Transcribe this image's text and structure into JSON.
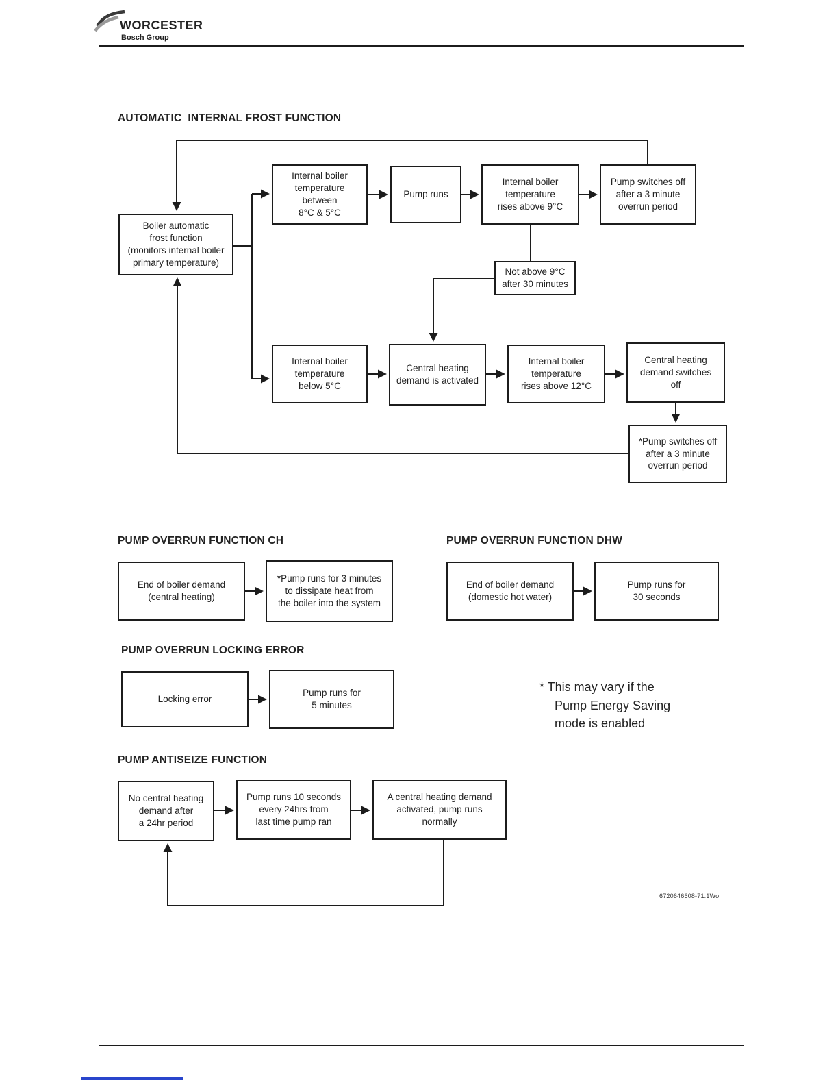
{
  "header": {
    "brand": "WORCESTER",
    "subbrand": "Bosch Group"
  },
  "frost_section": {
    "title": "AUTOMATIC  INTERNAL FROST FUNCTION",
    "boxes": {
      "source": "Boiler automatic\nfrost function\n(monitors internal boiler\nprimary temperature)",
      "temp_between": "Internal boiler\ntemperature\nbetween\n8°C & 5°C",
      "pump_runs": "Pump runs",
      "rises_above_9": "Internal boiler\ntemperature\nrises above 9°C",
      "pump_off_3min": "Pump switches off\nafter a 3 minute\noverrun period",
      "not_above_9": "Not above 9°C\nafter 30 minutes",
      "below_5": "Internal boiler\ntemperature\nbelow 5°C",
      "ch_demand_activated": "Central heating\ndemand is activated",
      "rises_above_12": "Internal boiler\ntemperature\nrises above 12°C",
      "ch_demand_off": "Central heating\ndemand switches\noff",
      "pump_off_3min_star": "*Pump switches off\nafter a 3 minute\noverrun period"
    }
  },
  "overrun_ch_section": {
    "title": "PUMP OVERRUN FUNCTION CH",
    "boxes": {
      "end_demand": "End of boiler demand\n(central heating)",
      "pump_3min": "*Pump runs for 3 minutes\nto dissipate heat from\nthe boiler into the system"
    }
  },
  "overrun_dhw_section": {
    "title": "PUMP OVERRUN FUNCTION DHW",
    "boxes": {
      "end_demand": "End of boiler demand\n(domestic hot water)",
      "pump_30s": "Pump runs for\n30 seconds"
    }
  },
  "locking_error_section": {
    "title": "PUMP OVERRUN LOCKING ERROR",
    "boxes": {
      "locking_error": "Locking error",
      "pump_5min": "Pump runs for\n5 minutes"
    }
  },
  "antiseize_section": {
    "title": "PUMP ANTISEIZE FUNCTION",
    "boxes": {
      "no_demand": "No central heating\ndemand after\na 24hr period",
      "pump_10s": "Pump runs  10 seconds\nevery 24hrs from\nlast time pump ran",
      "demand_activated": "A central heating demand\nactivated, pump runs\nnormally"
    }
  },
  "note": "* This may vary if the\nPump Energy Saving\nmode is enabled",
  "footer": {
    "doc_number": "6720646608-71.1Wo"
  },
  "colors": {
    "line": "#1c1c1c",
    "footer_bar": "#2945cc"
  }
}
